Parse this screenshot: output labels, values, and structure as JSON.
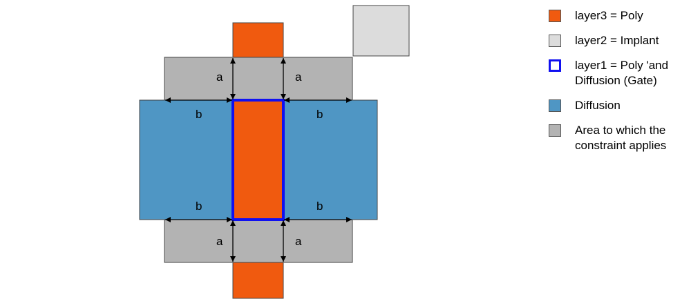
{
  "colors": {
    "poly": "#f05a0f",
    "implant": "#dcdcdc",
    "gate_outline": "#1010f0",
    "diffusion": "#4f96c4",
    "constraint_area": "#b3b3b3"
  },
  "dimensions": {
    "a": "a",
    "b": "b"
  },
  "legend": {
    "items": [
      {
        "label": "layer3 = Poly",
        "swatch": "poly"
      },
      {
        "label": "layer2 = Implant",
        "swatch": "implant"
      },
      {
        "label": "layer1 = Poly 'and Diffusion (Gate)",
        "swatch": "gate"
      },
      {
        "label": "Diffusion",
        "swatch": "diffusion"
      },
      {
        "label": "Area to which the constraint applies",
        "swatch": "constraint"
      }
    ]
  }
}
